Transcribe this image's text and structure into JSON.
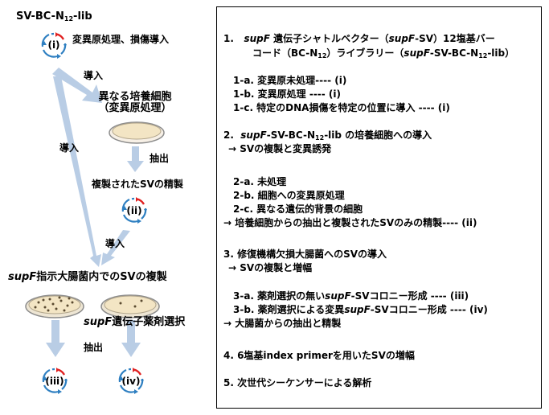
{
  "flow": {
    "library_label": "SV-BC-N",
    "library_sub": "12",
    "library_suffix": "-lib",
    "step_i_circle": "(i)",
    "step_i_action": "変異原処理、損傷導入",
    "arrow_intro_1": "導入",
    "culture_cell_line1": "異なる培養細胞",
    "culture_cell_line2": "（変異原処理）",
    "extraction_1": "抽出",
    "arrow_intro_left": "導入",
    "replicated_sv_purification": "複製されたSVの精製",
    "step_ii_circle": "(ii)",
    "arrow_intro_2": "導入",
    "ecoli_gene": "supF",
    "ecoli_replication": "指示大腸菌内でのSVの複製",
    "drug_gene": "supF",
    "drug_selection": "遺伝子薬剤選択",
    "extraction_2": "抽出",
    "step_iii_circle": "(iii)",
    "step_iv_circle": "(iv)"
  },
  "protocol": {
    "s1_num": "1.",
    "s1_gene": "supF",
    "s1_a": " 遺伝子シャトルベクター（",
    "s1_gene2": "supF",
    "s1_b": "-SV）12塩基バー",
    "s1_l2a": "コード（BC-N",
    "s1_l2sub": "12",
    "s1_l2b": "）ライブラリー（",
    "s1_l2gene": "supF",
    "s1_l2c": "-SV-BC-N",
    "s1_l2sub2": "12",
    "s1_l2d": "-lib）",
    "s1a": "1-a. 変異原未処理---- (i)",
    "s1b": "1-b. 変異原処理 ---- (i)",
    "s1c": "1-c. 特定のDNA損傷を特定の位置に導入 ---- (i)",
    "s2_num": "2.",
    "s2_gene": "supF",
    "s2_a": "-SV-BC-N",
    "s2_sub": "12",
    "s2_b": "-lib の培養細胞への導入",
    "s2_result": "→ SVの複製と変異誘発",
    "s2a": "2-a. 未処理",
    "s2b": "2-b. 細胞への変異原処理",
    "s2c": "2-c. 異なる遺伝的背景の細胞",
    "s2_final": "→  培養細胞からの抽出と複製されたSVのみの精製---- (ii)",
    "s3": "3.   修復機構欠損大腸菌へのSVの導入",
    "s3_result": "→ SVの複製と増幅",
    "s3a_a": "3-a. 薬剤選択の無い",
    "s3a_gene": "supF",
    "s3a_b": "-SVコロニー形成 ---- (iii)",
    "s3b_a": "3-b. 薬剤選択による変異",
    "s3b_gene": "supF",
    "s3b_b": "-SVコロニー形成 ---- (iv)",
    "s3_final": "→ 大腸菌からの抽出と精製",
    "s4": "4.   6塩基index primerを用いたSVの増幅",
    "s5": "5.    次世代シーケンサーによる解析"
  },
  "colors": {
    "arrow": "#b9cde5",
    "plasmid": "#2e7fc1",
    "plasmid_mark": "#e02020",
    "dish_rim": "#8c8c8c",
    "dish_fill": "#f3e5c4"
  }
}
